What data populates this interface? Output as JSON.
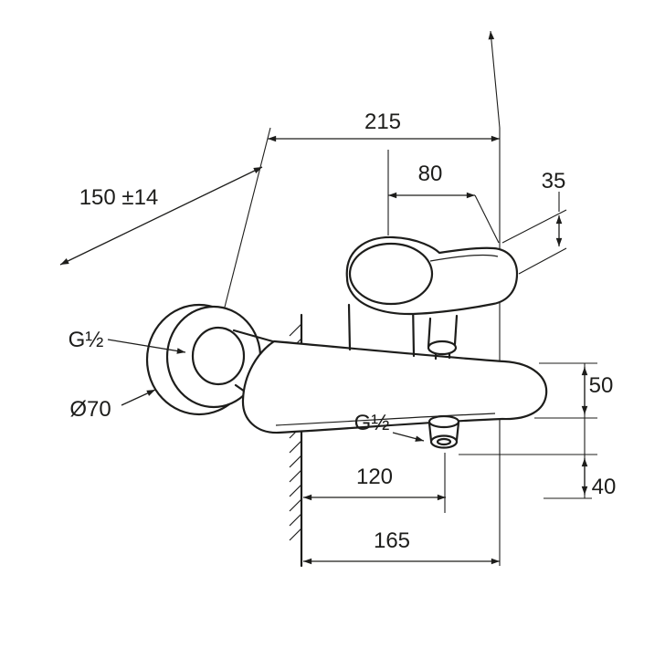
{
  "colors": {
    "line": "#1d1d1b",
    "background": "#ffffff"
  },
  "dimensions": {
    "top_width": "215",
    "handle_length": "80",
    "handle_end_height": "35",
    "connection_distance": "150 ±14",
    "wall_connection_thread": "G½",
    "escutcheon_diameter": "Ø70",
    "shower_outlet_thread": "G½",
    "body_height": "50",
    "outlet_height": "40",
    "outlet_projection": "120",
    "total_projection": "165"
  }
}
